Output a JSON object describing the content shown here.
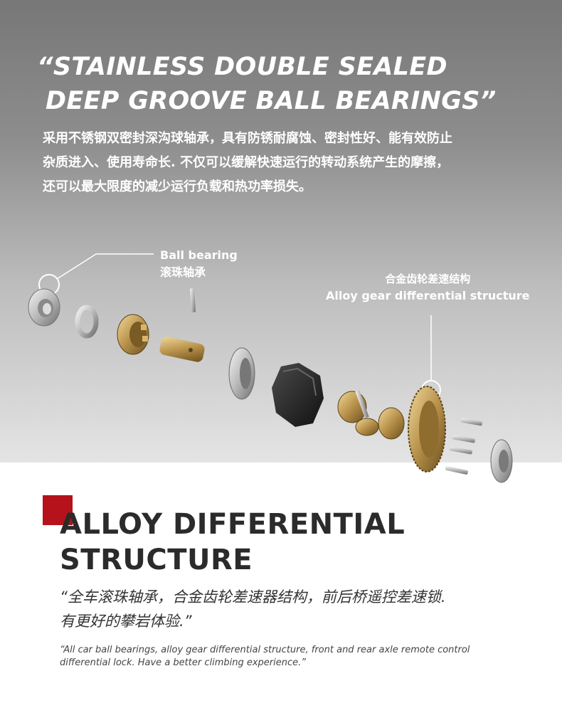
{
  "hero": {
    "headline_line1": "“STAINLESS DOUBLE SEALED",
    "headline_line2": "DEEP GROOVE BALL BEARINGS”",
    "cn_line1": "采用不锈钢双密封深沟球轴承，具有防锈耐腐蚀、密封性好、能有效防止",
    "cn_line2": "杂质进入、使用寿命长. 不仅可以缓解快速运行的转动系统产生的摩擦，",
    "cn_line3": "还可以最大限度的减少运行负载和热功率损失。"
  },
  "callouts": {
    "ball_bearing_en": "Ball bearing",
    "ball_bearing_cn": "滚珠轴承",
    "gear_cn": "合金齿轮差速结构",
    "gear_en": "Alloy gear differential structure"
  },
  "section": {
    "title_line1": "ALLOY DIFFERENTIAL",
    "title_line2": "STRUCTURE",
    "quote_cn_line1": "“全车滚珠轴承，合金齿轮差速器结构，前后桥遥控差速锁.",
    "quote_cn_line2": "有更好的攀岩体验.”",
    "quote_en_line1": "“All car ball bearings, alloy gear differential structure, front and rear axle remote control",
    "quote_en_line2": "differential lock. Have a better climbing experience.”"
  },
  "colors": {
    "accent_red": "#b5121b",
    "title_dark": "#2b2b2b",
    "brass": "#b8914a",
    "steel": "#c9c9c9"
  }
}
